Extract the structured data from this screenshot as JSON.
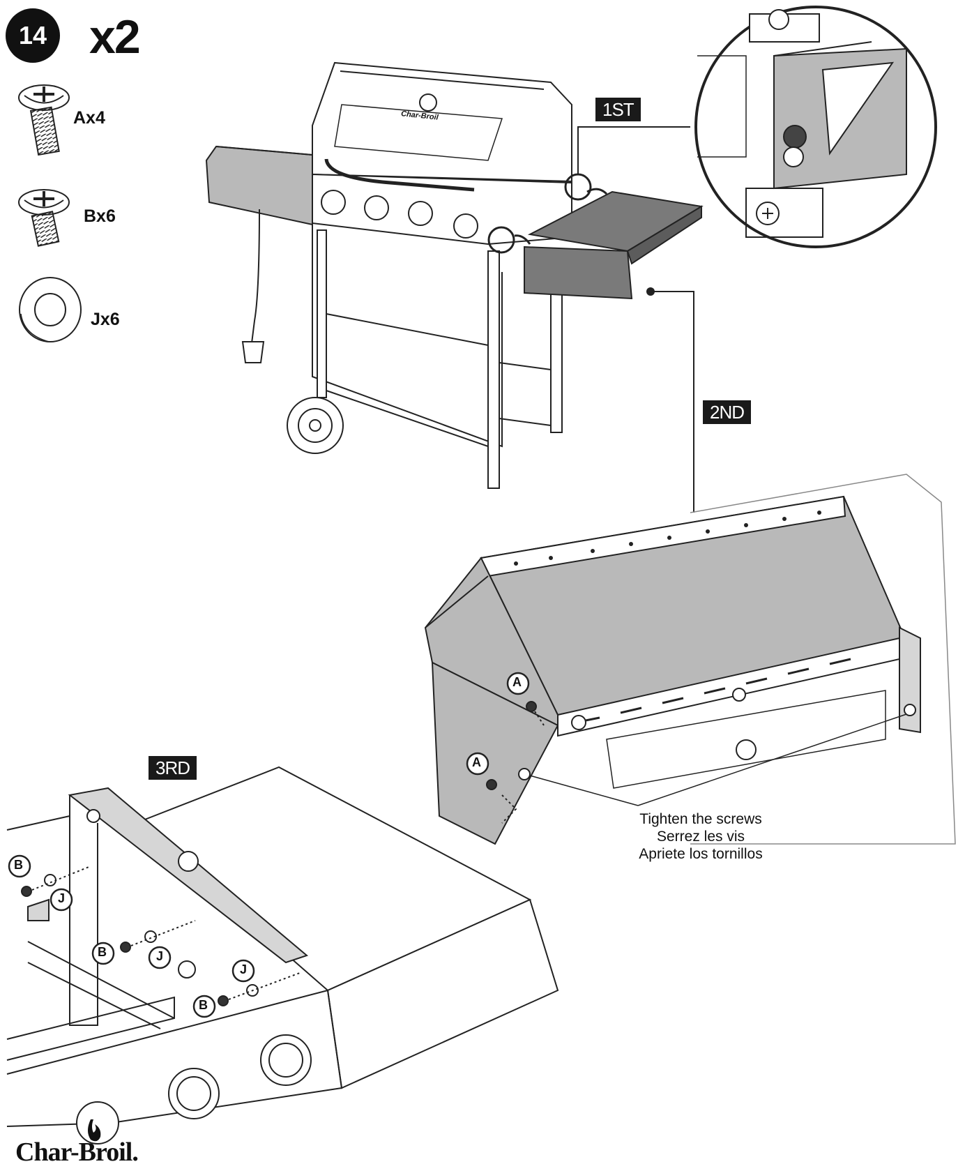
{
  "step": {
    "number": "14",
    "multiplier": "x2"
  },
  "parts": [
    {
      "id": "A",
      "label": "Ax4",
      "icon": "phillips-bolt-long-icon"
    },
    {
      "id": "B",
      "label": "Bx6",
      "icon": "phillips-bolt-short-icon"
    },
    {
      "id": "J",
      "label": "Jx6",
      "icon": "washer-icon"
    }
  ],
  "stages": {
    "first": "1ST",
    "second": "2ND",
    "third": "3RD"
  },
  "callout": {
    "line_en": "Tighten the screws",
    "line_fr": "Serrez les vis",
    "line_es": "Apriete los tornillos"
  },
  "markers": {
    "a": "A",
    "b": "B",
    "j": "J"
  },
  "grill_brand": "Char-Broil",
  "brand": "Char-Broil.",
  "colors": {
    "line": "#222222",
    "shelf_fill": "#7a7a7a",
    "panel_fill": "#b9b9b9",
    "tag_bg": "#1a1a1a"
  }
}
